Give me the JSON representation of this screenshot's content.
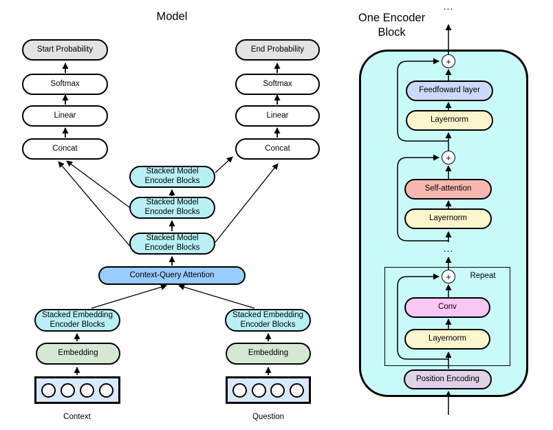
{
  "model_panel": {
    "title": "Model",
    "start_branch": {
      "probability": "Start Probability",
      "softmax": "Softmax",
      "linear": "Linear",
      "concat": "Concat"
    },
    "end_branch": {
      "probability": "End Probability",
      "softmax": "Softmax",
      "linear": "Linear",
      "concat": "Concat"
    },
    "stacked_model_blocks": {
      "top": "Stacked Model Encoder Blocks",
      "middle": "Stacked Model Encoder Blocks",
      "bottom": "Stacked Model Encoder Blocks"
    },
    "attention": "Context-Query Attention",
    "context_branch": {
      "stacked_embedding": "Stacked Embedding Encoder Blocks",
      "embedding": "Embedding",
      "input_label": "Context"
    },
    "question_branch": {
      "stacked_embedding": "Stacked Embedding Encoder Blocks",
      "embedding": "Embedding",
      "input_label": "Question"
    }
  },
  "encoder_panel": {
    "title": "One Encoder Block",
    "ellipsis_top": "...",
    "ellipsis_mid": "...",
    "feedforward_group": {
      "add": "+",
      "feedforward": "Feedfoward layer",
      "layernorm": "Layernorm"
    },
    "attention_group": {
      "add": "+",
      "self_attention": "Self-attention",
      "layernorm": "Layernorm"
    },
    "conv_group": {
      "repeat_label": "Repeat",
      "add": "+",
      "conv": "Conv",
      "layernorm": "Layernorm"
    },
    "position_encoding": "Position Encoding"
  },
  "colors": {
    "probability_fill": "#e3e3e3",
    "plain_fill": "#ffffff",
    "stacked_block_fill": "#b8f0f5",
    "attention_fill": "#99ccff",
    "embedding_fill": "#d5e8d4",
    "input_fill": "#dae8fc",
    "container_fill": "#c9fbf9",
    "feedforward_fill": "#ccd9f8",
    "layernorm_fill": "#fbf6cd",
    "self_attention_fill": "#f8b7b1",
    "conv_fill": "#f9c7f3",
    "position_encoding_fill": "#e0d2e8",
    "line": "#000000"
  }
}
